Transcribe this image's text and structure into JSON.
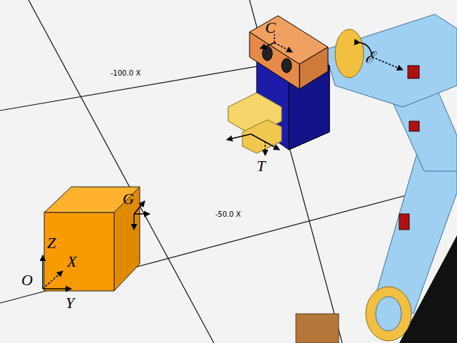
{
  "diagram": {
    "labels": [
      "-100.0 X",
      "-50.0 X",
      "C",
      "ℰ",
      "T",
      "G",
      "Z",
      "X",
      "O",
      "Y"
    ]
  }
}
